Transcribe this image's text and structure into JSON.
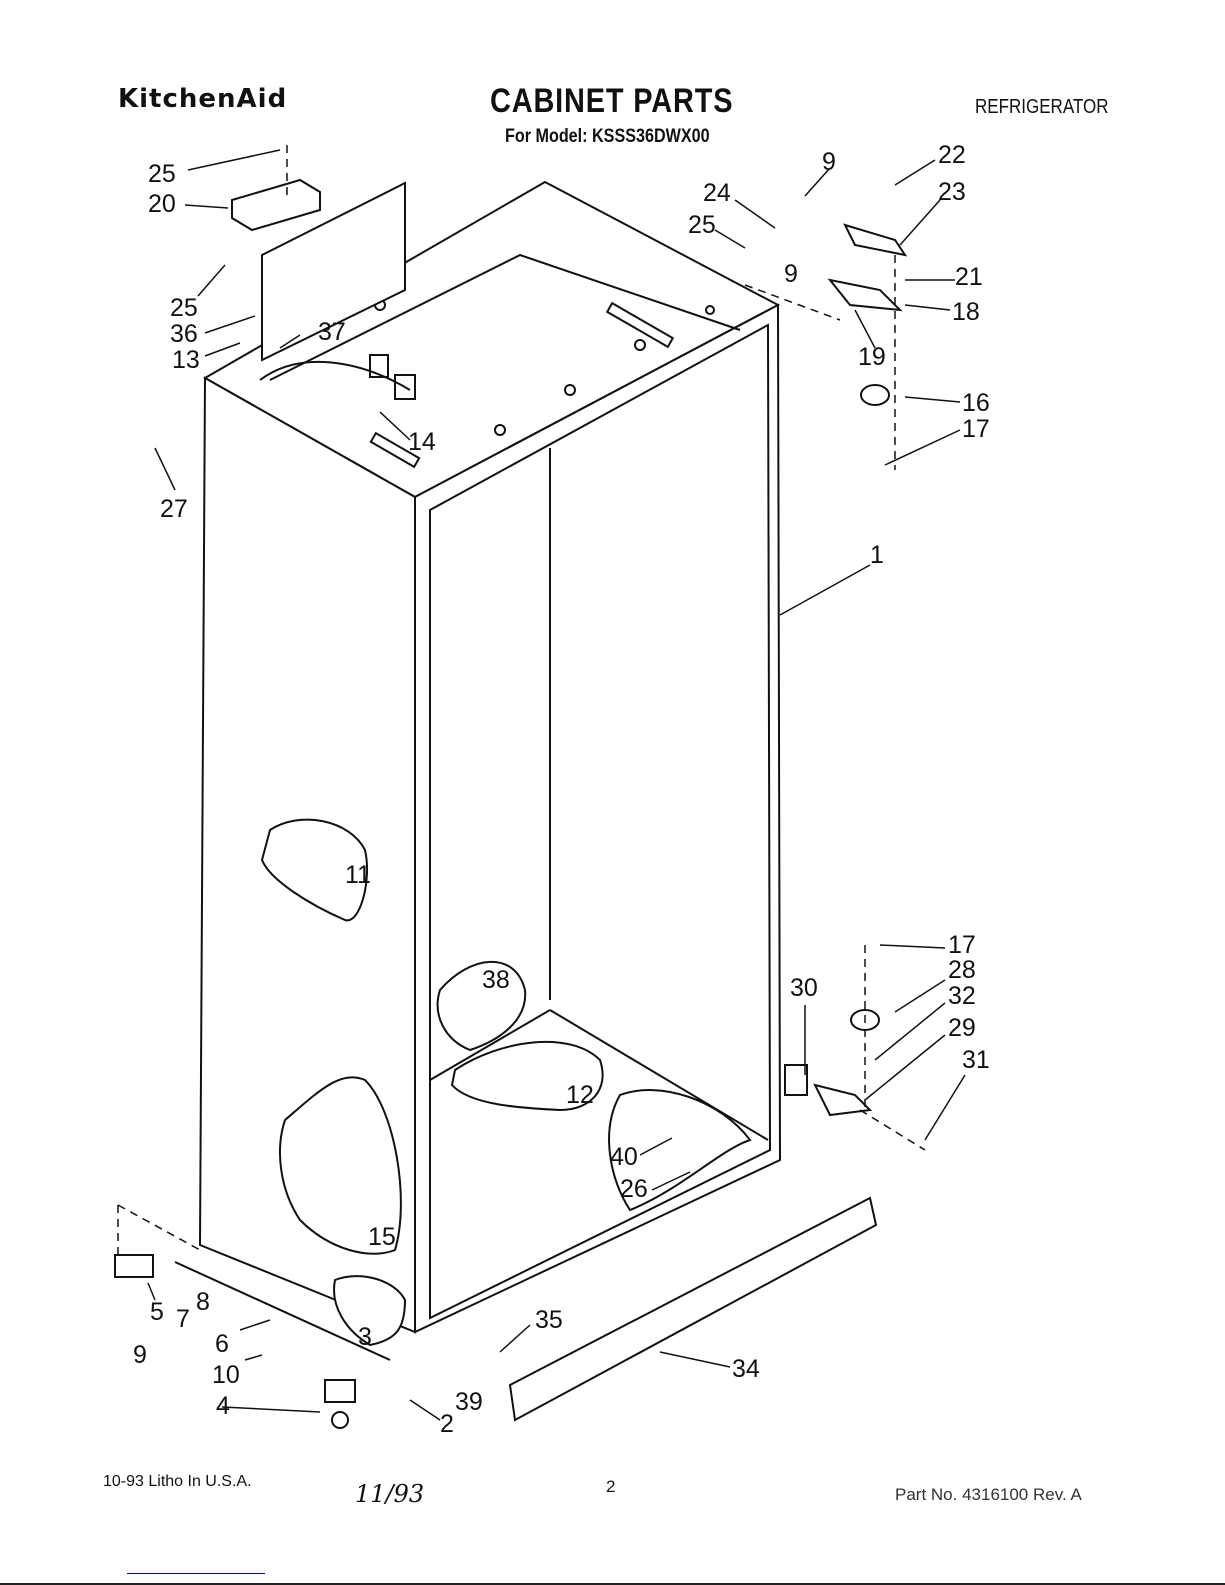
{
  "header": {
    "brand": "KitchenAid",
    "title": "CABINET PARTS",
    "model": "For Model: KSSS36DWX00",
    "category": "REFRIGERATOR"
  },
  "footer": {
    "litho": "10-93 Litho In U.S.A.",
    "handwritten_date": "11/93",
    "page_number": "2",
    "part_number": "Part No. 4316100 Rev. A"
  },
  "callouts": [
    "25",
    "20",
    "25",
    "36",
    "37",
    "13",
    "14",
    "27",
    "9",
    "22",
    "24",
    "23",
    "25",
    "9",
    "21",
    "18",
    "19",
    "16",
    "17",
    "1",
    "11",
    "38",
    "12",
    "15",
    "17",
    "28",
    "30",
    "32",
    "29",
    "31",
    "40",
    "26",
    "5",
    "7",
    "8",
    "9",
    "6",
    "3",
    "10",
    "4",
    "35",
    "39",
    "2",
    "34"
  ]
}
